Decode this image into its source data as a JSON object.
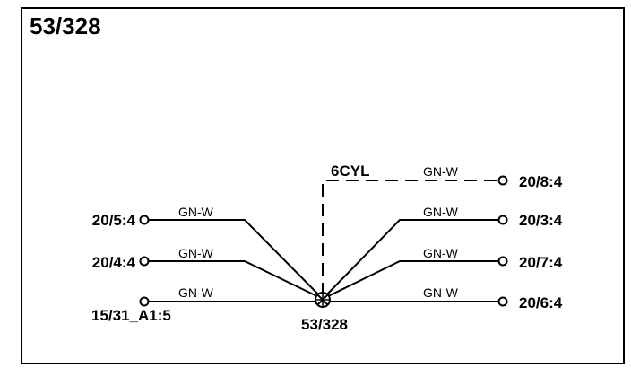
{
  "title": "53/328",
  "splice": {
    "label": "53/328"
  },
  "variant_label": "6CYL",
  "wires": [
    {
      "id": "left-1",
      "terminal": "20/5:4",
      "color": "GN-W"
    },
    {
      "id": "left-2",
      "terminal": "20/4:4",
      "color": "GN-W"
    },
    {
      "id": "left-3",
      "terminal": "15/31_A1:5",
      "color": "GN-W"
    },
    {
      "id": "right-1",
      "terminal": "20/8:4",
      "color": "GN-W",
      "optional": true
    },
    {
      "id": "right-2",
      "terminal": "20/3:4",
      "color": "GN-W"
    },
    {
      "id": "right-3",
      "terminal": "20/7:4",
      "color": "GN-W"
    },
    {
      "id": "right-4",
      "terminal": "20/6:4",
      "color": "GN-W"
    }
  ]
}
